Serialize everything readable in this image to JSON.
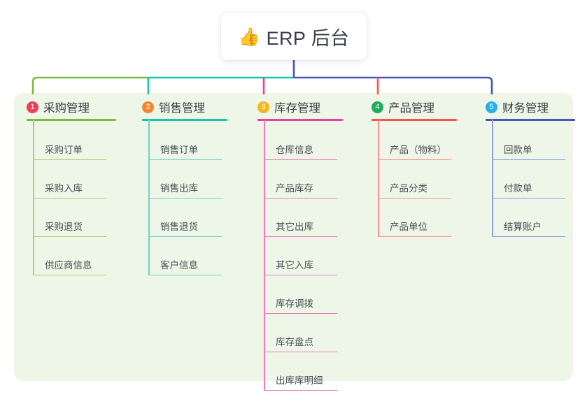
{
  "root": {
    "icon": "thumbs-up-icon",
    "emoji": "👍",
    "title": "ERP 后台"
  },
  "panel": {
    "background_color": "#eef7e7"
  },
  "connector_colors": {
    "center_drop": "#4657b8",
    "bus_left": "#7cb93f",
    "bus_mid": "#17c4ac",
    "bus_right": "#4657b8"
  },
  "columns": [
    {
      "index": "1",
      "title": "采购管理",
      "badge_color": "#ef3f58",
      "line_color": "#7cb93f",
      "leaf_line_color": "#a8d17a",
      "connector_color": "#7cb93f",
      "items": [
        {
          "label": "采购订单"
        },
        {
          "label": "采购入库"
        },
        {
          "label": "采购退货"
        },
        {
          "label": "供应商信息"
        }
      ]
    },
    {
      "index": "2",
      "title": "销售管理",
      "badge_color": "#f5862e",
      "line_color": "#17c4ac",
      "leaf_line_color": "#6fd3c5",
      "connector_color": "#17c4ac",
      "items": [
        {
          "label": "销售订单"
        },
        {
          "label": "销售出库"
        },
        {
          "label": "销售退货"
        },
        {
          "label": "客户信息"
        }
      ]
    },
    {
      "index": "3",
      "title": "库存管理",
      "badge_color": "#f6b81d",
      "line_color": "#ec3f9b",
      "leaf_line_color": "#f07cbb",
      "connector_color": "#ec3f9b",
      "items": [
        {
          "label": "仓库信息"
        },
        {
          "label": "产品库存"
        },
        {
          "label": "其它出库"
        },
        {
          "label": "其它入库"
        },
        {
          "label": "库存调拨"
        },
        {
          "label": "库存盘点"
        },
        {
          "label": "出库库明细"
        }
      ]
    },
    {
      "index": "4",
      "title": "产品管理",
      "badge_color": "#1dad5c",
      "line_color": "#fa5252",
      "leaf_line_color": "#f98f8f",
      "connector_color": "#fa5252",
      "items": [
        {
          "label": "产品（物料）"
        },
        {
          "label": "产品分类"
        },
        {
          "label": "产品单位"
        }
      ]
    },
    {
      "index": "5",
      "title": "财务管理",
      "badge_color": "#25b0e8",
      "line_color": "#4657b8",
      "leaf_line_color": "#8aa0dd",
      "connector_color": "#4657b8",
      "items": [
        {
          "label": "回款单"
        },
        {
          "label": "付款单"
        },
        {
          "label": "结算账户"
        }
      ]
    }
  ]
}
